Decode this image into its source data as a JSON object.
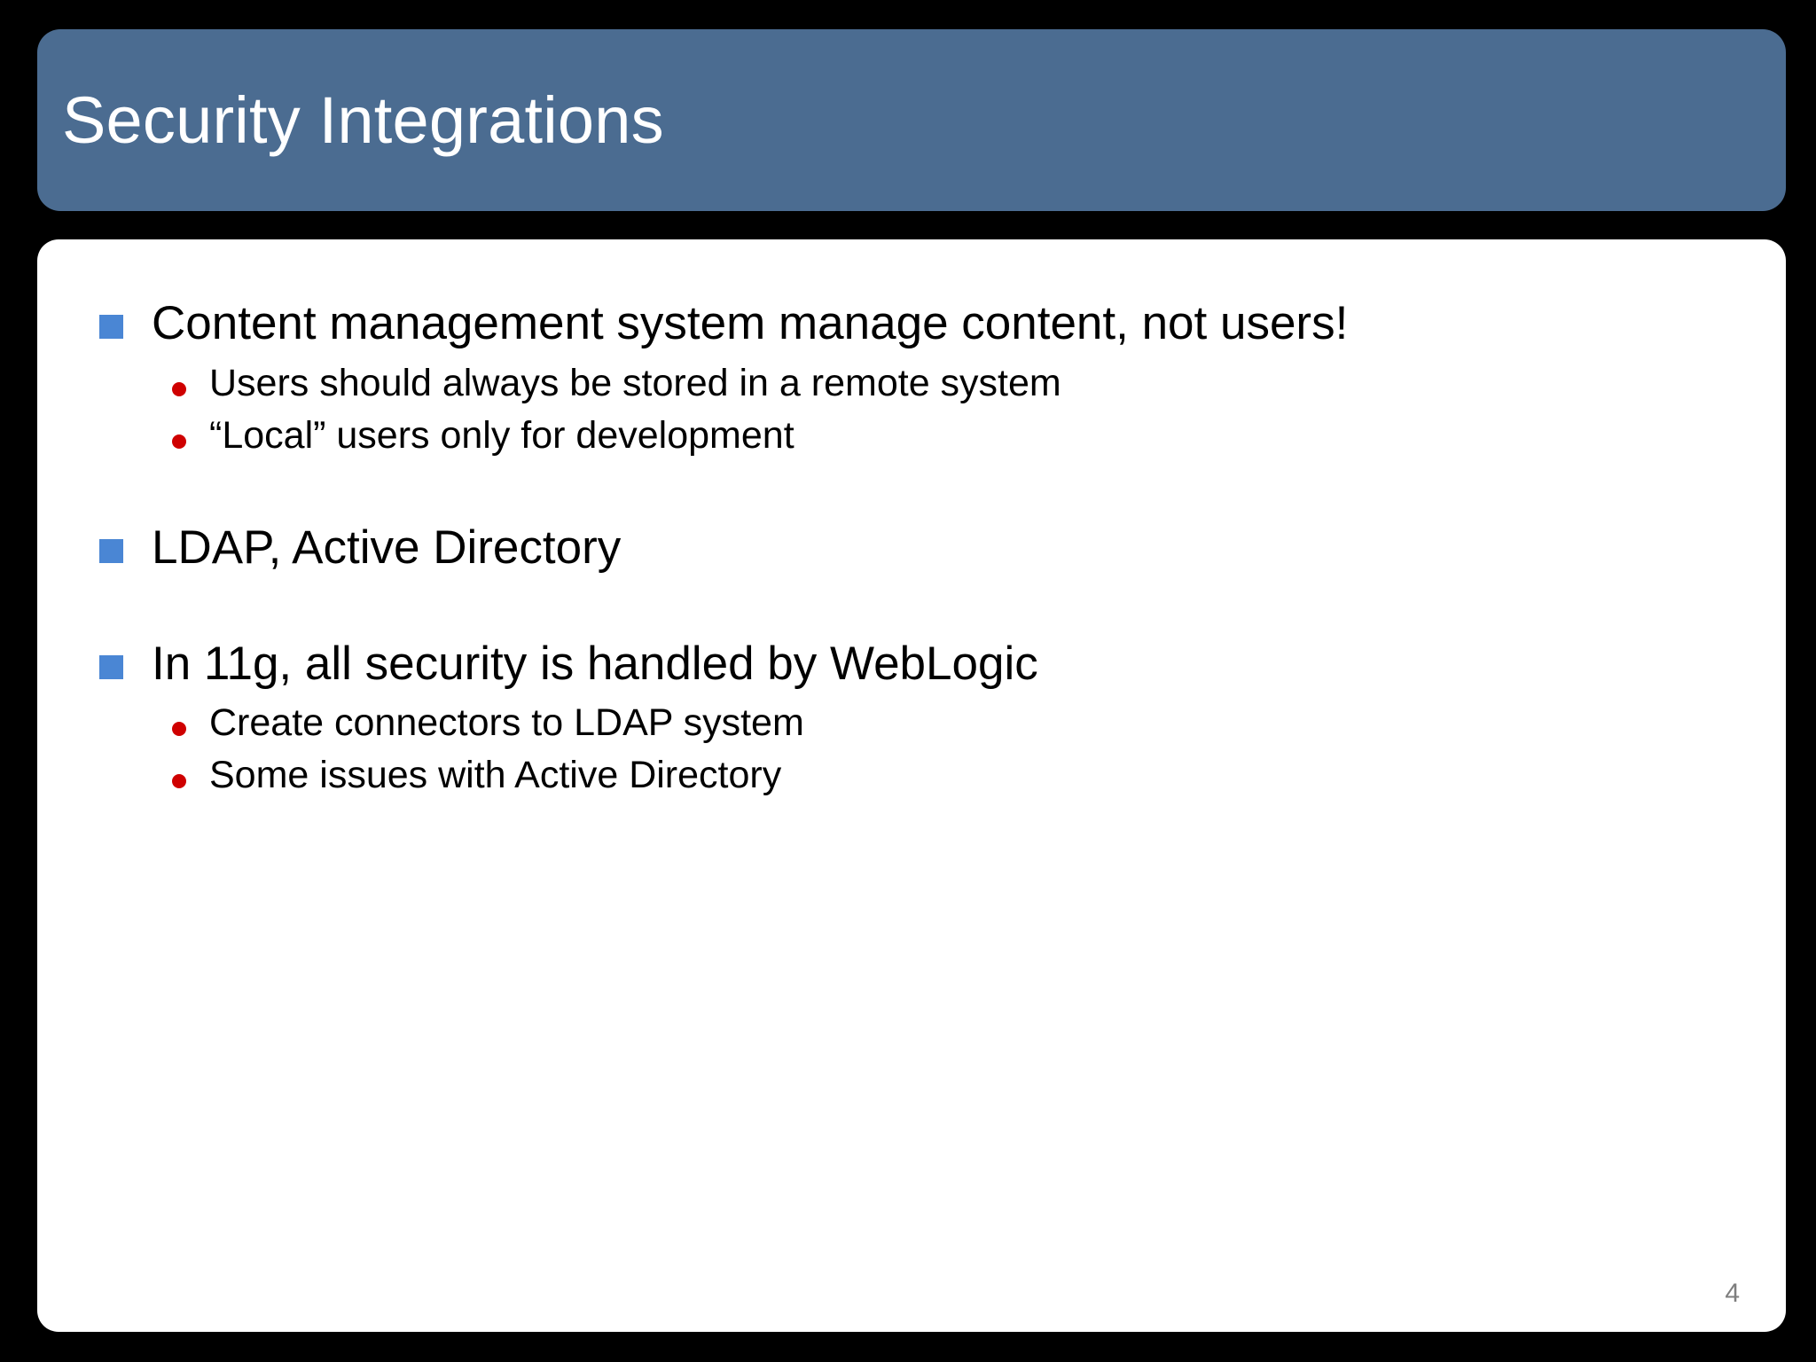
{
  "slide": {
    "title": "Security Integrations",
    "page_number": "4",
    "colors": {
      "title_bar": "#4b6c91",
      "title_text": "#ffffff",
      "card_background": "#ffffff",
      "slide_background": "#000000",
      "level1_bullet": "#4a86d4",
      "level2_bullet": "#cf0000",
      "body_text": "#000000",
      "page_number": "#7e7e7e"
    },
    "body": {
      "blocks": [
        {
          "level1": "Content management system manage content, not users!",
          "level2": [
            "Users should always be stored in a remote system",
            "“Local” users only for development"
          ]
        },
        {
          "level1": "LDAP, Active Directory",
          "level2": []
        },
        {
          "level1": "In 11g, all security is handled by WebLogic",
          "level2": [
            "Create connectors to LDAP system",
            "Some issues with Active Directory"
          ]
        }
      ]
    }
  }
}
